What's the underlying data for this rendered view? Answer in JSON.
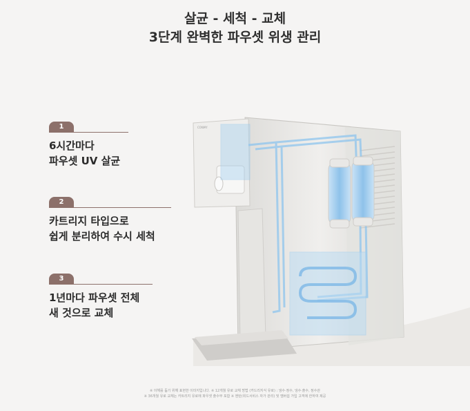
{
  "headline": {
    "line1": "살균 - 세척 - 교체",
    "line2": "3단계 완벽한 파우셋 위생 관리"
  },
  "steps": [
    {
      "number": "1",
      "line1": "6시간마다",
      "line2": "파우셋 UV 살균"
    },
    {
      "number": "2",
      "line1": "카트리지 타입으로",
      "line2": "쉽게 분리하여 수시 세척"
    },
    {
      "number": "3",
      "line1": "1년마다 파우셋 전체",
      "line2": "새 것으로 교체"
    }
  ],
  "illustration": {
    "brand_text": "COWAY"
  },
  "footnote": {
    "line1": "※ 이해를 돕기 위해 표현한 이미지입니다. ※ 12개월 유로 교체 방법 (카드리지식 유로) : 냉수·정수, 냉수·출수, 정수관",
    "line2": "※ 36개월 유로 교체는 카트리지 유로에 파우셋 출수부 포함 ※ 엔탄(위드서비스 자가 관리) 및 멤버쉽 가입 고객에 한하여 제공"
  },
  "colors": {
    "background": "#f5f4f3",
    "accent": "#8c706a",
    "water_blue": "#a9d2f0"
  }
}
